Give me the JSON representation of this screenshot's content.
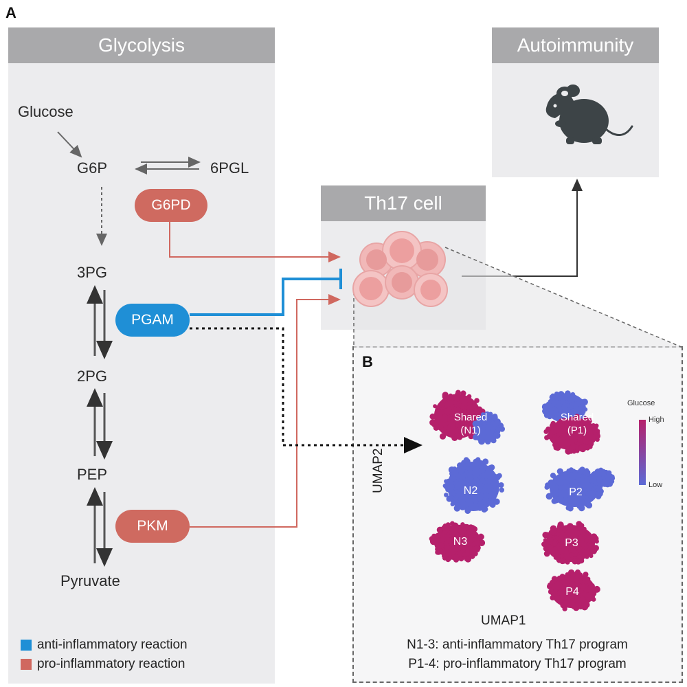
{
  "panel_a_label": "A",
  "panel_b_label": "B",
  "glycolysis": {
    "title": "Glycolysis",
    "metabolites": {
      "glucose": "Glucose",
      "g6p": "G6P",
      "pgl6": "6PGL",
      "pg3": "3PG",
      "pg2": "2PG",
      "pep": "PEP",
      "pyruvate": "Pyruvate"
    },
    "enzymes": {
      "g6pd": "G6PD",
      "pgam": "PGAM",
      "pkm": "PKM"
    }
  },
  "th17": {
    "title": "Th17 cell"
  },
  "autoimmunity": {
    "title": "Autoimmunity"
  },
  "legend": {
    "anti": "anti-inflammatory reaction",
    "pro": "pro-inflammatory reaction"
  },
  "colors": {
    "anti": "#1f8fd6",
    "pro": "#d0685f",
    "pill_pro": "#cf6a60",
    "pill_anti": "#1f8fd6",
    "cluster_magenta": "#b5206b",
    "cluster_blue": "#5c6ad6",
    "header_gray": "#a9a9ab",
    "box_gray": "#ececee"
  },
  "umap": {
    "xlabel": "UMAP1",
    "ylabel": "UMAP2",
    "clusters": {
      "shared_n1": "Shared\n(N1)",
      "shared_p1": "Shared\n(P1)",
      "n2": "N2",
      "n3": "N3",
      "p2": "P2",
      "p3": "P3",
      "p4": "P4"
    },
    "colorbar": {
      "title": "Glucose",
      "high": "High",
      "low": "Low"
    },
    "caption_n": "N1-3: anti-inflammatory Th17 program",
    "caption_p": "P1-4: pro-inflammatory Th17 program"
  }
}
